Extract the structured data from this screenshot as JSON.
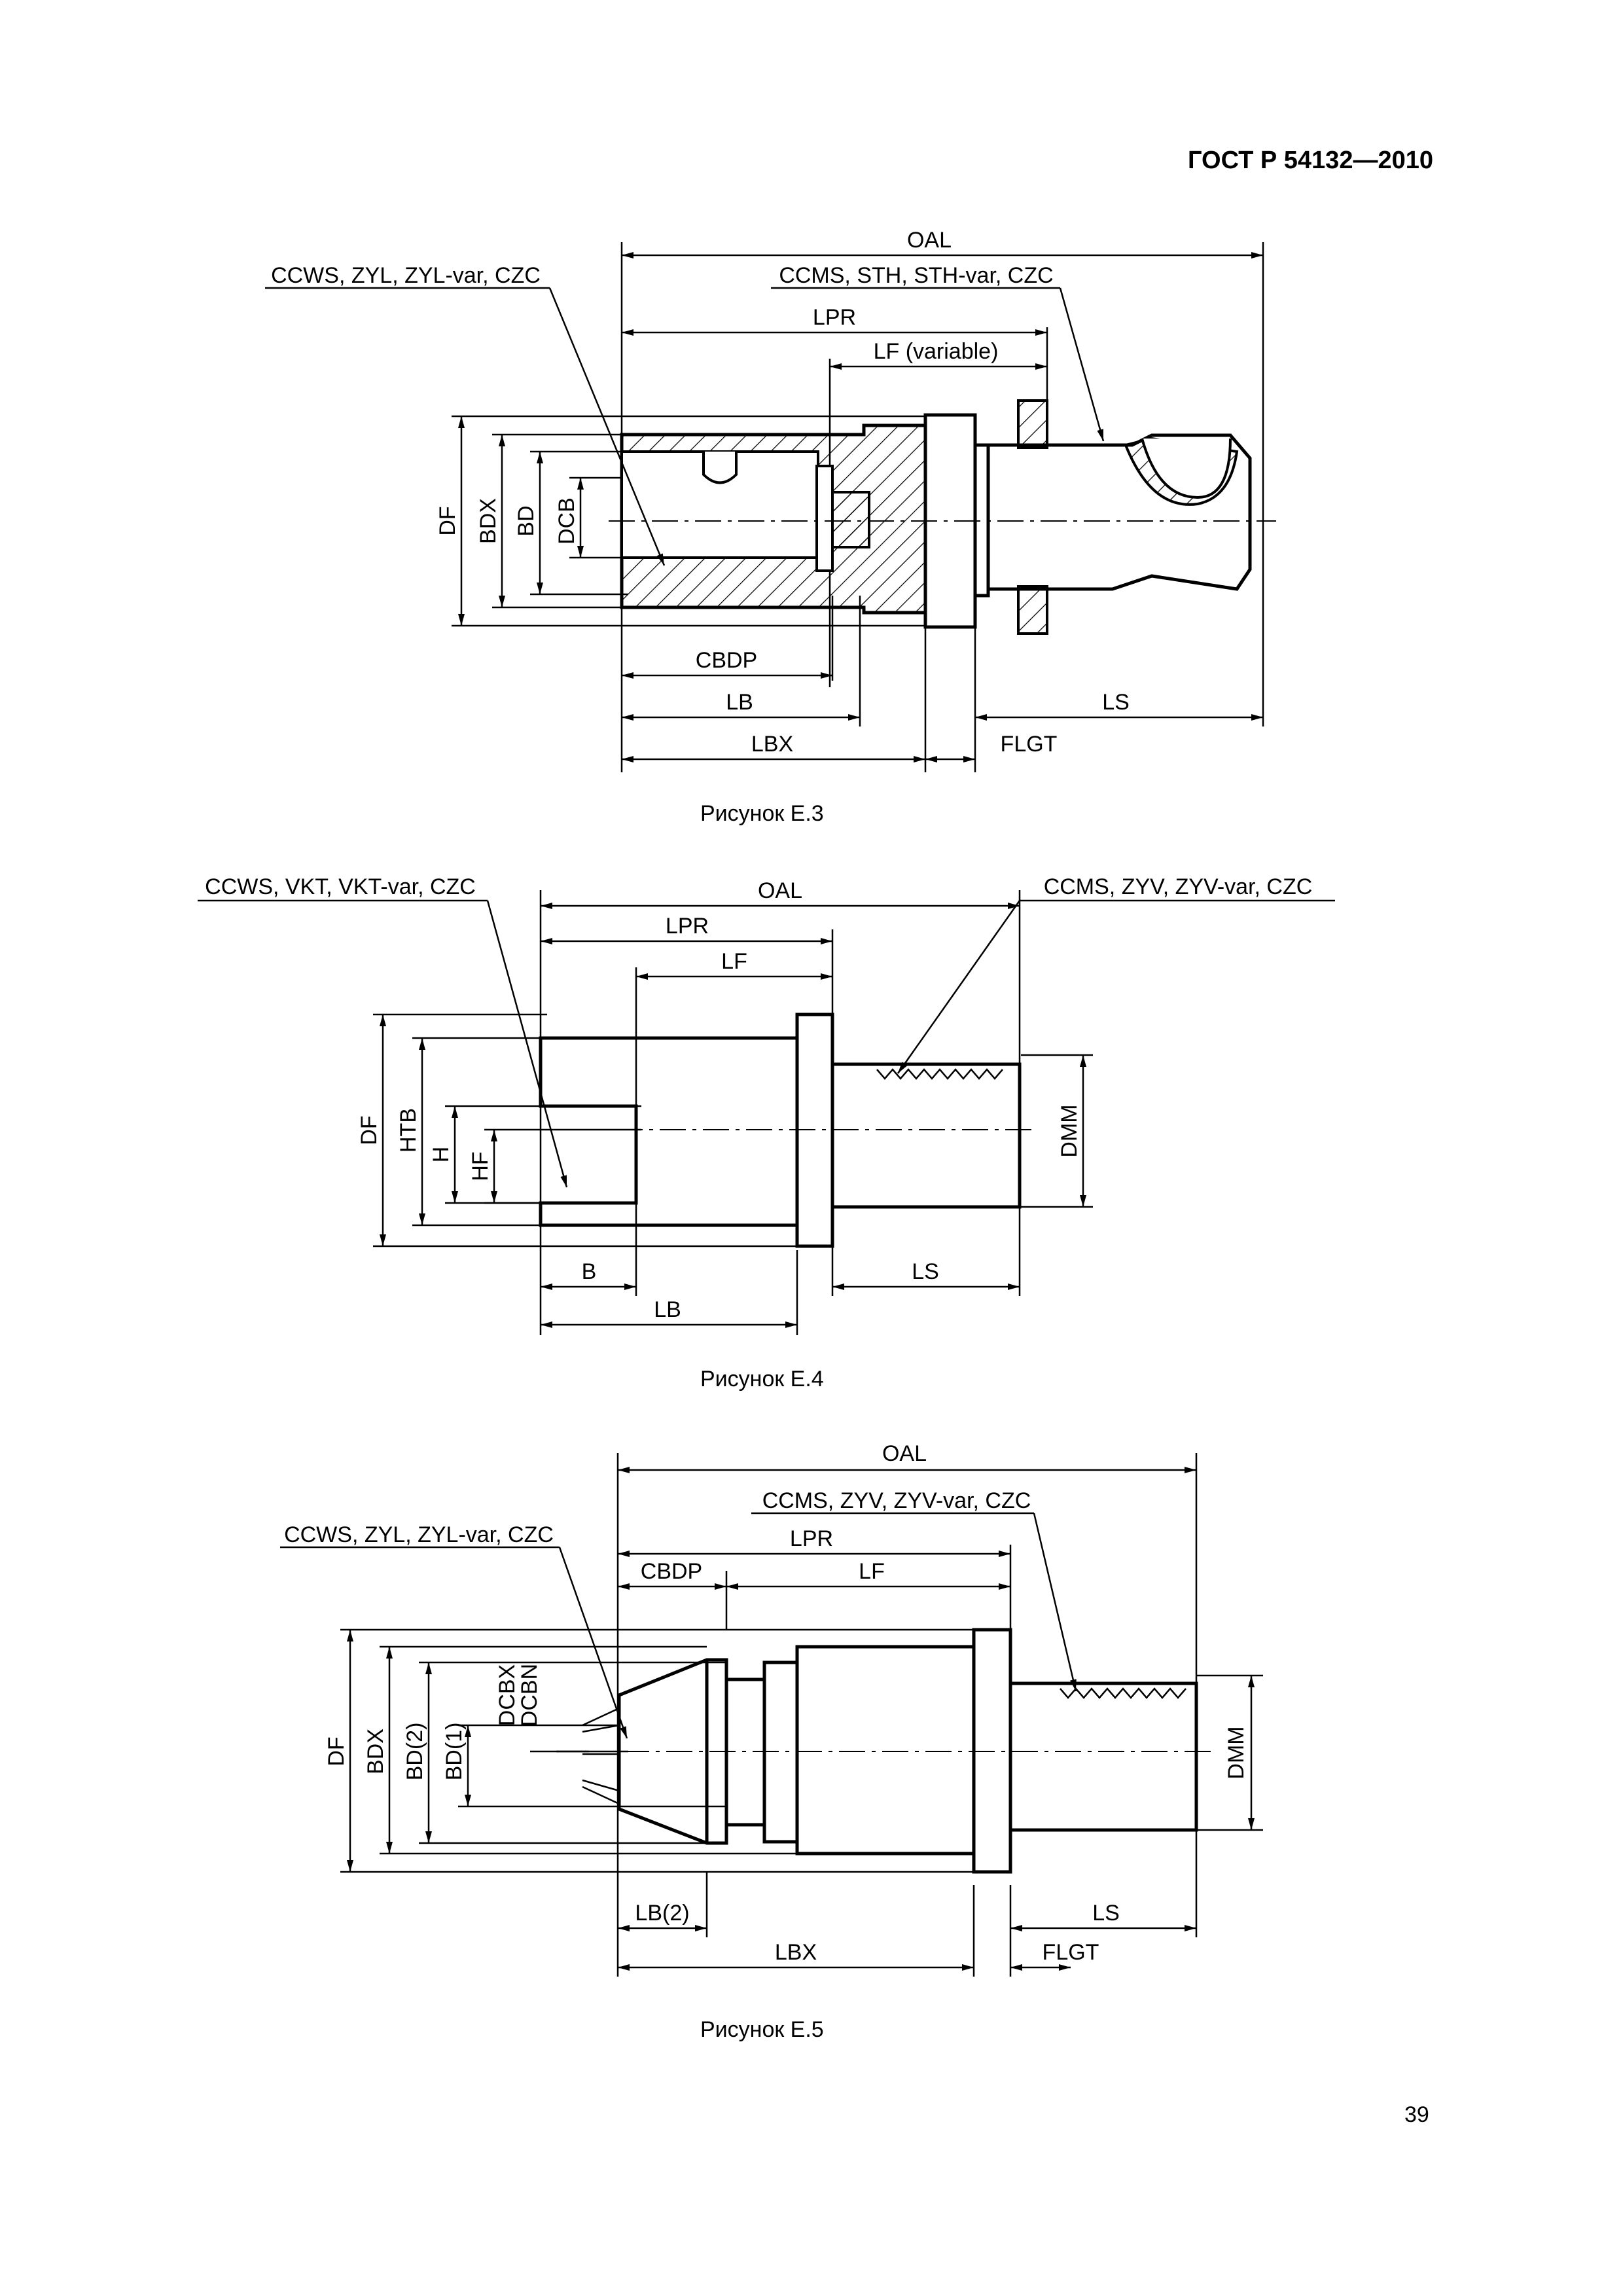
{
  "header": {
    "standard": "ГОСТ Р 54132—2010"
  },
  "page_number": "39",
  "figures": [
    {
      "caption": "Рисунок Е.3",
      "callouts": {
        "left": "CCWS, ZYL, ZYL-var, CZC",
        "right": "CCMS, STH, STH-var, CZC"
      },
      "dims": {
        "oal": "OAL",
        "lpr": "LPR",
        "lf": "LF (variable)",
        "df": "DF",
        "bdx": "BDX",
        "bd": "BD",
        "dcb": "DCB",
        "cbdp": "CBDP",
        "lb": "LB",
        "lbx": "LBX",
        "flgt": "FLGT",
        "ls": "LS"
      }
    },
    {
      "caption": "Рисунок Е.4",
      "callouts": {
        "left": "CCWS, VKT, VKT-var, CZC",
        "right": "CCMS, ZYV, ZYV-var, CZC"
      },
      "dims": {
        "oal": "OAL",
        "lpr": "LPR",
        "lf": "LF",
        "df": "DF",
        "htb": "HTB",
        "h": "H",
        "hf": "HF",
        "dmm": "DMM",
        "b": "B",
        "lb": "LB",
        "ls": "LS"
      }
    },
    {
      "caption": "Рисунок Е.5",
      "callouts": {
        "left": "CCWS, ZYL, ZYL-var, CZC",
        "right": "CCMS, ZYV, ZYV-var, CZC"
      },
      "dims": {
        "oal": "OAL",
        "lpr": "LPR",
        "cbdp": "CBDP",
        "lf": "LF",
        "df": "DF",
        "bdx": "BDX",
        "bd2": "BD(2)",
        "bd1": "BD(1)",
        "dcbx": "DCBX",
        "dcbn": "DCBN",
        "dmm": "DMM",
        "lb2": "LB(2)",
        "lbx": "LBX",
        "flgt": "FLGT",
        "ls": "LS"
      }
    }
  ]
}
